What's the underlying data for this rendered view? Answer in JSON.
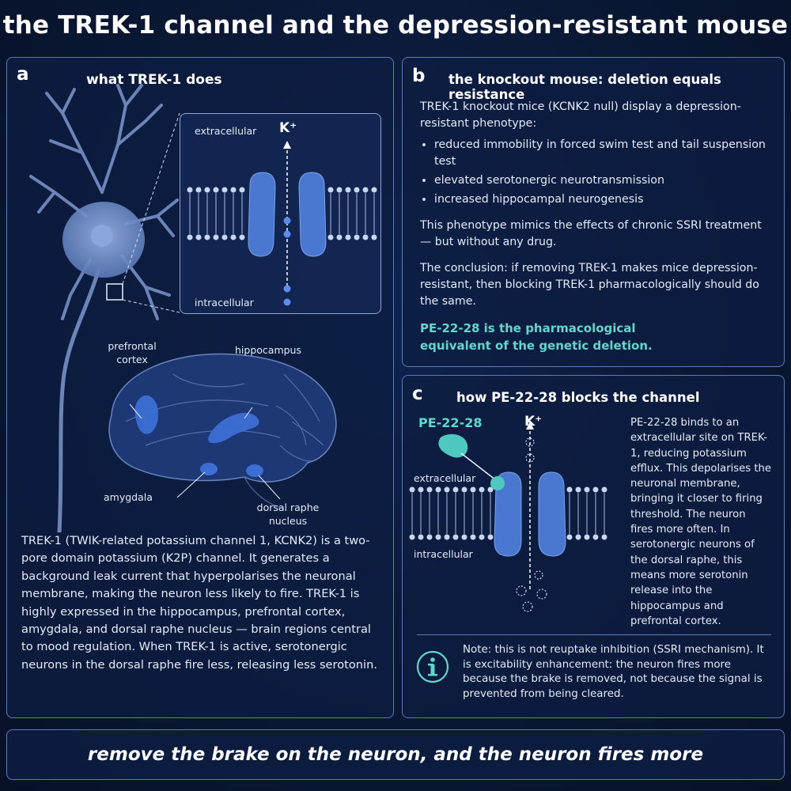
{
  "title": "the TREK-1 channel and the depression-resistant mouse",
  "panel_a": {
    "letter": "a",
    "heading": "what TREK-1 does",
    "inset": {
      "extracellular": "extracellular",
      "intracellular": "intracellular",
      "ion": "K⁺"
    },
    "brain_labels": {
      "prefrontal": "prefrontal cortex",
      "hippocampus": "hippocampus",
      "amygdala": "amygdala",
      "dorsal_raphe": "dorsal raphe nucleus"
    },
    "body": "TREK-1 (TWIK-related potassium channel 1, KCNK2) is a two-pore domain potassium (K2P) channel. It generates a background leak current that hyperpolarises the neuronal membrane, making the neuron less likely to fire. TREK-1 is highly expressed in the hippocampus, prefrontal cortex, amygdala, and dorsal raphe nucleus — brain regions central to mood regulation. When TREK-1 is active, serotonergic neurons in the dorsal raphe fire less, releasing less serotonin."
  },
  "panel_b": {
    "letter": "b",
    "heading": "the knockout mouse: deletion equals resistance",
    "intro": "TREK-1 knockout mice (KCNK2 null) display a depression-resistant phenotype:",
    "bullets": [
      "reduced immobility in forced swim test and tail suspension test",
      "elevated serotonergic neurotransmission",
      "increased hippocampal neurogenesis"
    ],
    "para2": "This phenotype mimics the effects of chronic SSRI treatment — but without any drug.",
    "para3": "The conclusion: if removing TREK-1 makes mice depression-resistant, then blocking TREK-1 pharmacologically should do the same.",
    "highlight": "PE-22-28 is the pharmacological equivalent of the genetic deletion."
  },
  "panel_c": {
    "letter": "c",
    "heading": "how PE-22-28 blocks the channel",
    "drug_label": "PE-22-28",
    "ion": "K⁺",
    "extracellular": "extracellular",
    "intracellular": "intracellular",
    "description": "PE-22-28 binds to an extracellular site on TREK-1, reducing potassium efflux. This depolarises the neuronal membrane, bringing it closer to firing threshold. The neuron fires more often. In serotonergic neurons of the dorsal raphe, this means more serotonin release into the hippocampus and prefrontal cortex.",
    "note_icon": "info-icon",
    "note": "Note: this is not reuptake inhibition (SSRI mechanism). It is excitability enhancement: the neuron fires more because the brake is removed, not because the signal is prevented from being cleared."
  },
  "footer": "remove the brake on the neuron, and the neuron fires more",
  "colors": {
    "background": "#0a1834",
    "panel_border": "#5a7ab8",
    "channel_blue": "#4a78d0",
    "ion_blue": "#5b8cf0",
    "teal_accent": "#63d5cd"
  }
}
